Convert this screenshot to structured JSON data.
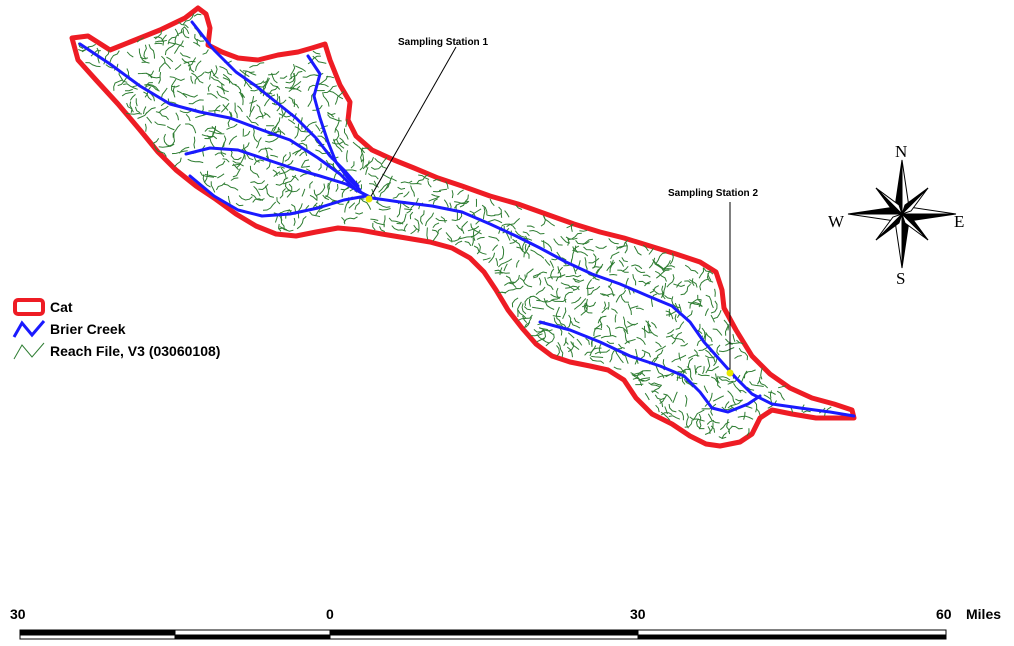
{
  "stations": [
    {
      "label": "Sampling Station 1"
    },
    {
      "label": "Sampling Station 2"
    }
  ],
  "compass": {
    "n": "N",
    "s": "S",
    "e": "E",
    "w": "W"
  },
  "legend": [
    {
      "label": "Cat",
      "icon": "boundary-swatch-icon",
      "color": "#ee1c24"
    },
    {
      "label": "Brier Creek",
      "icon": "creek-line-icon",
      "color": "#1a1aff"
    },
    {
      "label": "Reach File, V3 (03060108)",
      "icon": "reach-line-icon",
      "color": "#2e7d32"
    }
  ],
  "scale_bar": {
    "ticks": [
      "30",
      "0",
      "30",
      "60"
    ],
    "unit": "Miles"
  },
  "colors": {
    "boundary": "#ee1c24",
    "creek": "#1a1aff",
    "reach": "#2e7d32",
    "station_marker": "#e8e800"
  }
}
